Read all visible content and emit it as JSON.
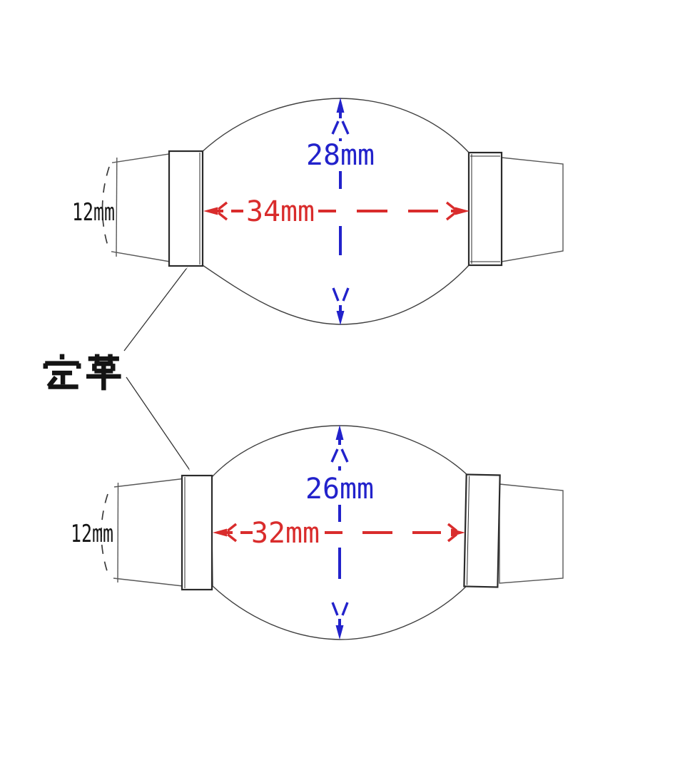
{
  "colors": {
    "height_dimension": "#2222cb",
    "width_dimension": "#d92c2c",
    "label_text": "#161616",
    "outline": "#3f3f3f"
  },
  "figures": [
    {
      "height_label": "28mm",
      "width_label": "34mm",
      "end_width_label": "12mm"
    },
    {
      "height_label": "26mm",
      "width_label": "32mm",
      "end_width_label": "12mm"
    }
  ],
  "callout": {
    "label": "定革"
  }
}
